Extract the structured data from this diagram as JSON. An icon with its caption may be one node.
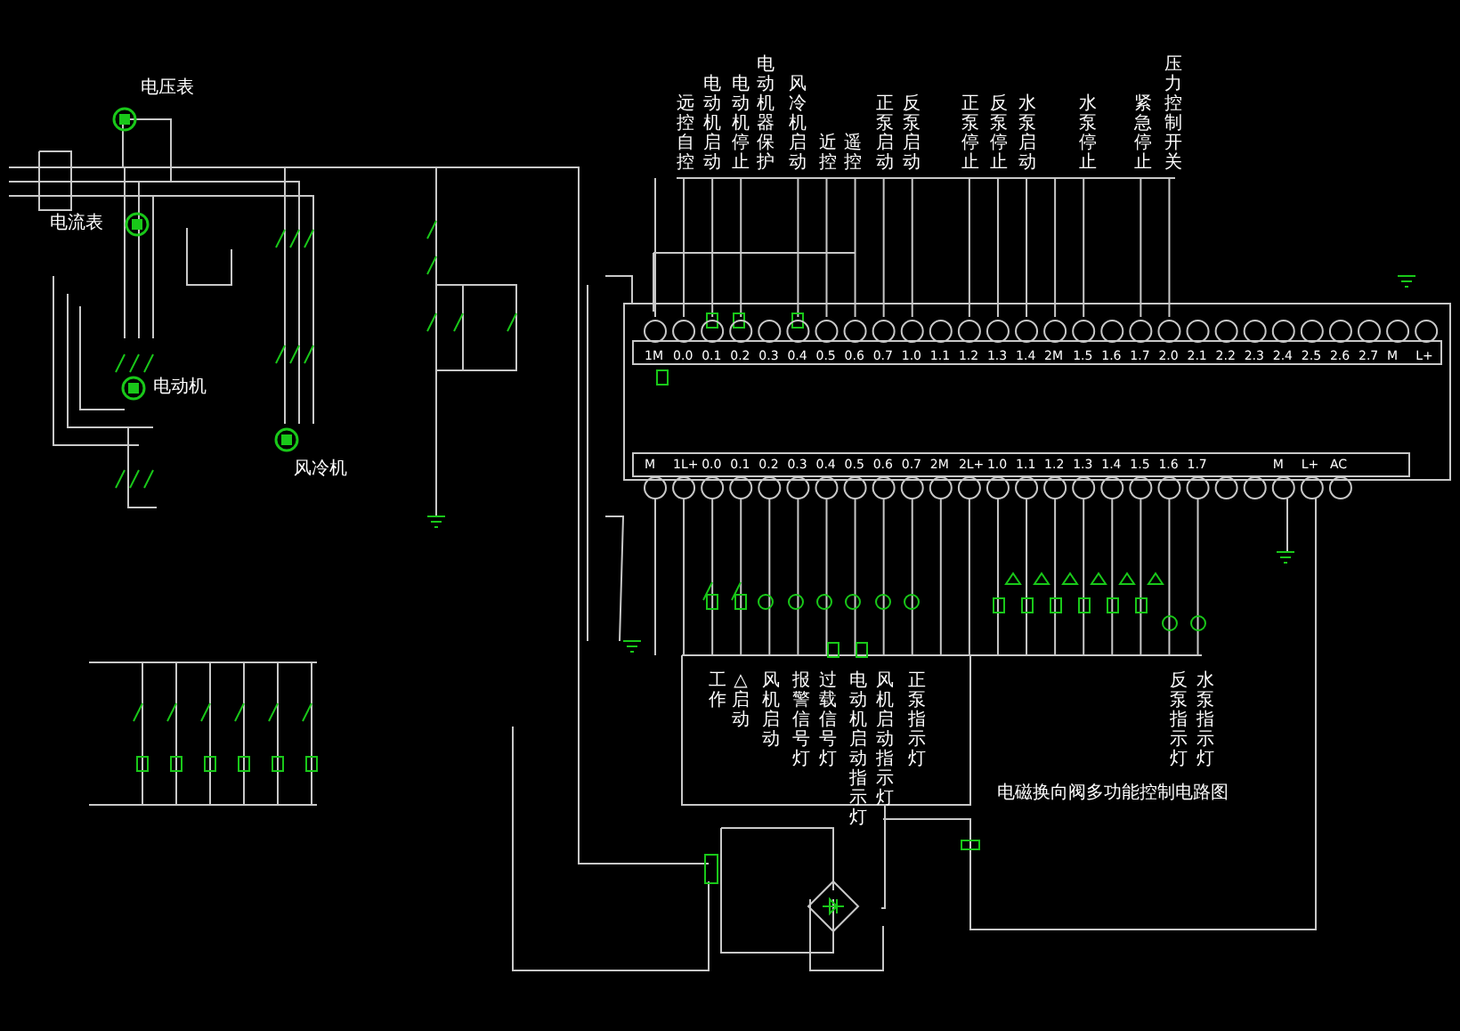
{
  "diagram": {
    "nodes": [
      {
        "text": [],
        "shape": "box"
      },
      {
        "text": [
          "电压表"
        ]
      },
      {
        "text": [
          "电流表"
        ]
      },
      {
        "text": [
          "电动机"
        ]
      },
      {
        "text": [
          "风冷机"
        ]
      }
    ],
    "labels": [
      "远控自控",
      "电动机启动",
      "电动机停止",
      "电动机器保护",
      "风冷机启动",
      "近控",
      "遥控",
      "正泵启动",
      "反泵启动",
      "正泵停止",
      "反泵停止",
      "水泵启动",
      "水泵停止",
      "紧急停止",
      "压力控制开关",
      "1M",
      "0.0",
      "0.1",
      "0.2",
      "0.3",
      "0.4",
      "0.5",
      "0.6",
      "0.7",
      "1.0",
      "1.1",
      "1.2",
      "1.3",
      "1.4",
      "2M",
      "1.5",
      "1.6",
      "1.7",
      "2.0",
      "2.1",
      "2.2",
      "2.3",
      "2.4",
      "2.5",
      "2.6",
      "2.7",
      "M",
      "L+",
      "M",
      "1L+",
      "0.0",
      "0.1",
      "0.2",
      "0.3",
      "0.4",
      "0.5",
      "0.6",
      "0.7",
      "2M",
      "2L+",
      "1.0",
      "1.1",
      "1.2",
      "1.3",
      "1.4",
      "1.5",
      "1.6",
      "1.7",
      "M",
      "L+",
      "AC",
      "工作",
      "△启动",
      "风机启动",
      "报警信号灯",
      "过载信号灯",
      "电动机启动指示灯",
      "风机启动指示灯",
      "正泵指示灯",
      "反泵指示灯",
      "水泵指示灯",
      "电磁换向阀多功能控制电路图"
    ]
  }
}
